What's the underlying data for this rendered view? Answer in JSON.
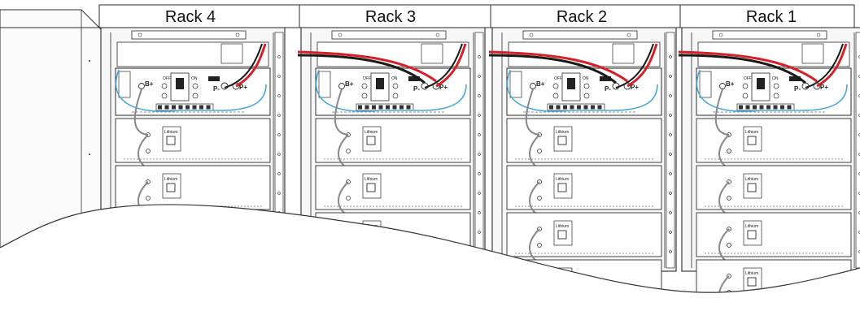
{
  "racks": [
    {
      "label": "Rack 4",
      "power_cables": false,
      "battery_modules": 2
    },
    {
      "label": "Rack 3",
      "power_cables": true,
      "battery_modules": 4
    },
    {
      "label": "Rack 2",
      "power_cables": true,
      "battery_modules": 4
    },
    {
      "label": "Rack 1",
      "power_cables": true,
      "battery_modules": 4
    }
  ],
  "terminals": {
    "negative": "P-",
    "positive": "P+",
    "battery_positive": "B+"
  },
  "switch_labels": {
    "off": "OFF",
    "on": "ON"
  },
  "module_label": "Lithium",
  "colors": {
    "line": "#2b2b2b",
    "positive_cable": "#d61f26",
    "negative_cable": "#1a1a1a",
    "comm_cable": "#4aa8d8",
    "cabinet_fill": "#f7f7f7",
    "background": "#ffffff"
  }
}
